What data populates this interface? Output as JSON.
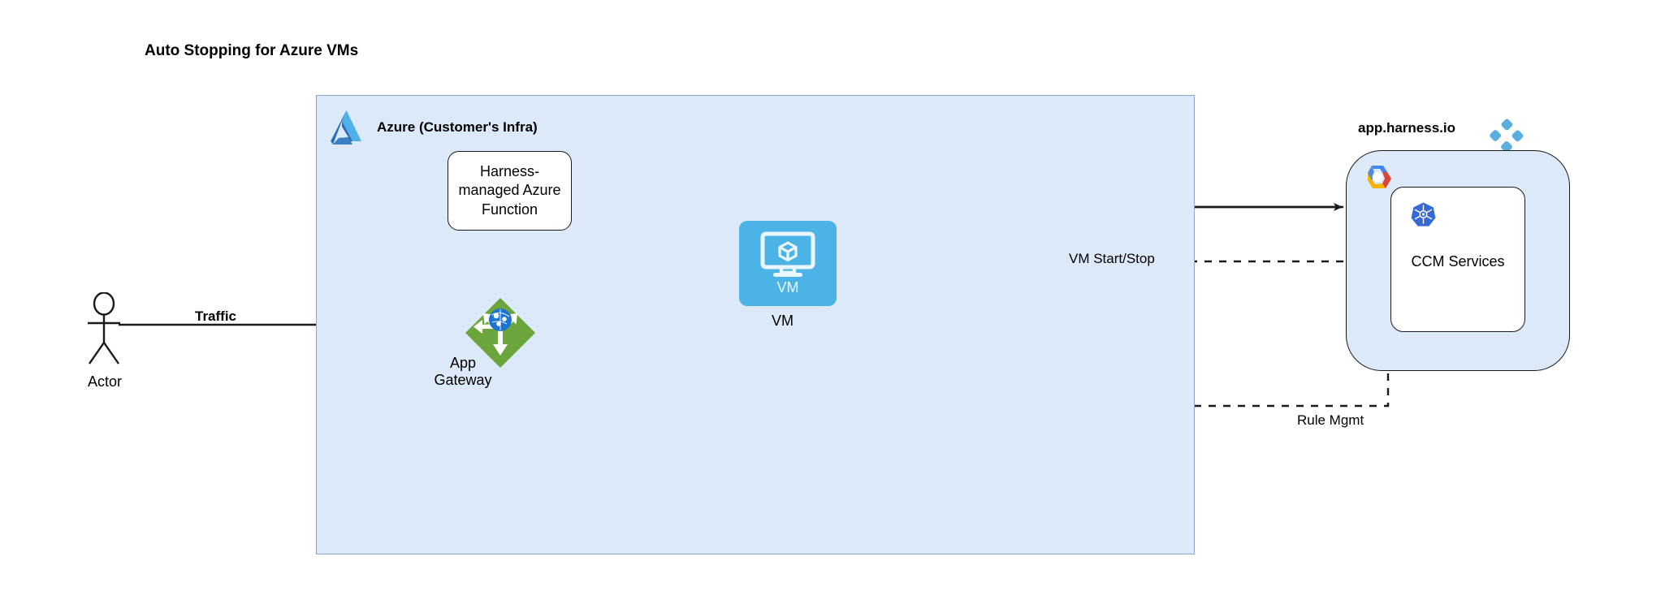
{
  "title": "Auto Stopping for Azure VMs",
  "azure": {
    "container_title": "Azure (Customer's Infra)",
    "logo_icon": "azure-logo-icon",
    "function_label": "Harness-\nmanaged Azure\nFunction",
    "vm": {
      "tile_text": "VM",
      "node_label": "VM",
      "icon": "virtual-machine-icon",
      "color": "#4cb3e7"
    },
    "gateway": {
      "label": "App\nGateway",
      "icon": "application-gateway-icon",
      "color": "#6aa63b"
    }
  },
  "actor": {
    "label": "Actor",
    "icon": "actor-stick-figure-icon"
  },
  "harness": {
    "title": "app.harness.io",
    "logo_icon": "harness-logo-icon",
    "logo_color": "#5aaee0",
    "gcp_logo_icon": "google-cloud-logo-icon",
    "ccm": {
      "label": "CCM Services",
      "k8s_logo_icon": "kubernetes-logo-icon",
      "k8s_color": "#3569d6"
    }
  },
  "edges": {
    "traffic": "Traffic",
    "vm_start_stop": "VM Start/Stop",
    "rule_mgmt": "Rule Mgmt"
  },
  "colors": {
    "container_fill": "#dce9f9",
    "container_border": "#8ba7cc",
    "stroke": "#1a1a1a",
    "background": "#ffffff"
  }
}
